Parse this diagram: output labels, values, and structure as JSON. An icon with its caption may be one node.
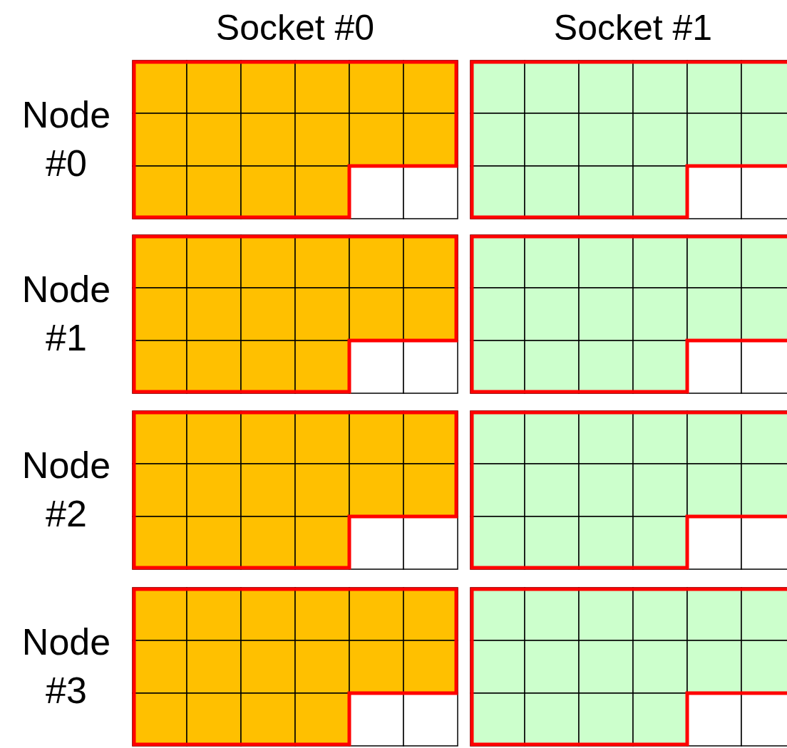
{
  "diagram": {
    "labels": [
      "Socket #0",
      "Socket #1",
      "Node #0",
      "Node #1",
      "Node #2",
      "Node #3"
    ]
  }
}
